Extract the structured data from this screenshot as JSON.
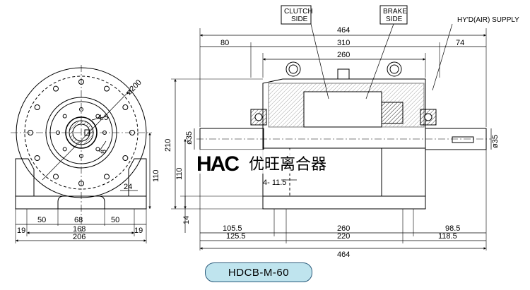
{
  "front_view": {
    "diameter_label": "ø200",
    "dim_4_5": "4.5",
    "dim_8": "8",
    "dim_24": "24",
    "dim_110": "110",
    "bottom_dims": [
      "19",
      "50",
      "68",
      "50",
      "19"
    ],
    "width_168": "168",
    "width_206": "206"
  },
  "side_view": {
    "clutch_label_line1": "CLUTCH",
    "clutch_label_line2": "SIDE",
    "brake_label_line1": "BRAKE",
    "brake_label_line2": "SIDE",
    "supply_label": "HY'D(AIR)  SUPPLY",
    "top_total": "464",
    "top_80": "80",
    "top_310": "310",
    "top_74": "74",
    "top_260": "260",
    "left_210": "210",
    "left_shaft": "ø35",
    "left_110": "110",
    "left_14": "14",
    "right_shaft": "ø35",
    "dim_4_11_5": "4- 11.5",
    "bottom_105_5": "105.5",
    "bottom_260": "260",
    "bottom_98_5": "98.5",
    "bottom_125_5": "125.5",
    "bottom_220": "220",
    "bottom_118_5": "118.5",
    "bottom_464": "464"
  },
  "logo": {
    "brand_text": "HAC",
    "company_name": "优旺离合器"
  },
  "model_label": "HDCB-M-60"
}
